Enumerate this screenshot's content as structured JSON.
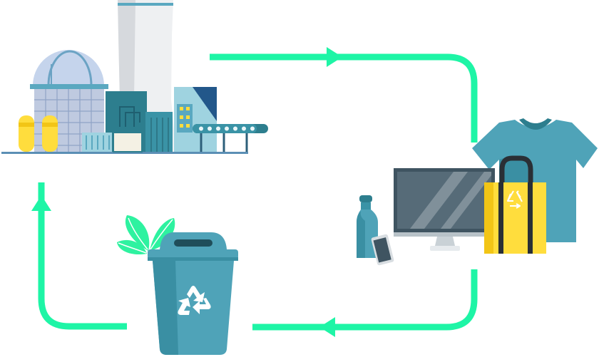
{
  "diagram": {
    "kind": "circular-economy-cycle",
    "nodes": [
      {
        "id": "factory",
        "icon": "recycling-plant-icon"
      },
      {
        "id": "products",
        "icon": "consumer-products-icon",
        "items": [
          "t-shirt-icon",
          "tote-bag-icon",
          "monitor-icon",
          "water-bottle-icon",
          "smartphone-icon"
        ]
      },
      {
        "id": "bin",
        "icon": "recycle-bin-icon"
      }
    ],
    "arrows": [
      {
        "from": "factory",
        "to": "products",
        "direction": "clockwise"
      },
      {
        "from": "products",
        "to": "bin",
        "direction": "clockwise"
      },
      {
        "from": "bin",
        "to": "factory",
        "direction": "clockwise"
      }
    ]
  },
  "colors": {
    "arrow": "#1EF5A6",
    "teal": "#4FA3B8",
    "teal_dark": "#2D7E8E",
    "yellow": "#FFDD3D",
    "leaf": "#2EF2A0",
    "dark_slate": "#3F5461"
  }
}
